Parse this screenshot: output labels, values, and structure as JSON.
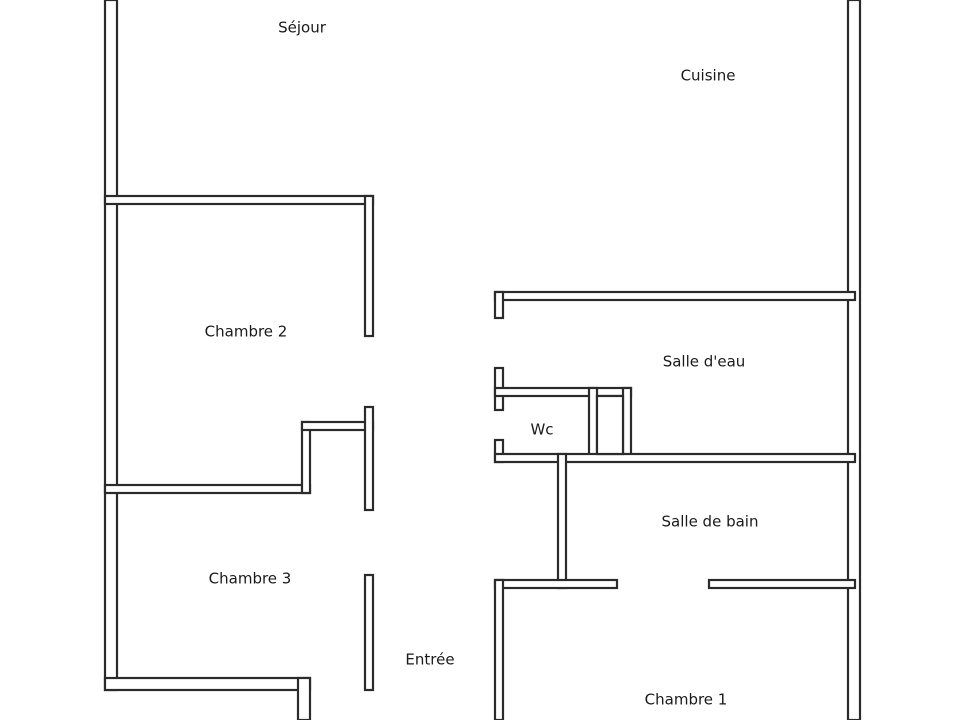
{
  "rooms": {
    "sejour": "Séjour",
    "cuisine": "Cuisine",
    "chambre_2": "Chambre 2",
    "salle_eau": "Salle d'eau",
    "wc": "Wc",
    "salle_de_bain": "Salle de bain",
    "chambre_3": "Chambre 3",
    "entree": "Entrée",
    "chambre_1": "Chambre 1"
  },
  "colors": {
    "wall_stroke": "#2b2b2b",
    "background": "#ffffff",
    "text": "#1a1a1a"
  }
}
